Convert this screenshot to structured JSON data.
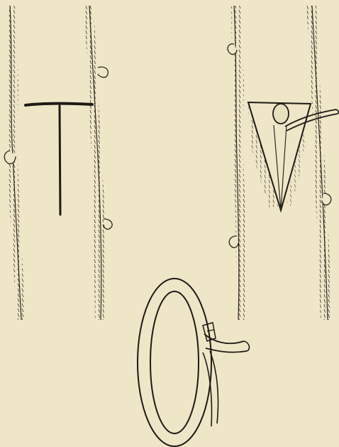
{
  "image": {
    "background_color": "#efe6c7",
    "ink_color": "#2b2620",
    "panels": [
      {
        "name": "stem-with-t-cut",
        "description_icon": "t-shaped-incision-icon"
      },
      {
        "name": "stem-with-inserted-bud",
        "description_icon": "inserted-bud-icon"
      },
      {
        "name": "tying-material-ring",
        "description_icon": "raffia-loop-icon"
      }
    ]
  }
}
